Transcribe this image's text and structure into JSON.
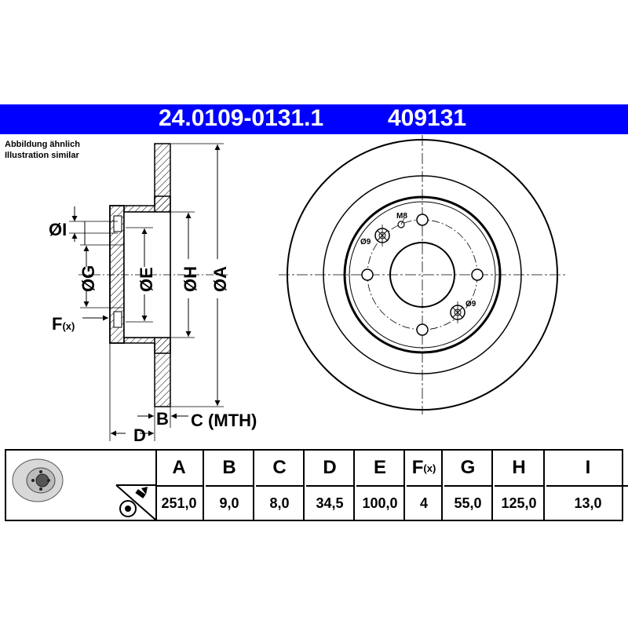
{
  "header": {
    "part_number": "24.0109-0131.1",
    "alt_number": "409131"
  },
  "note": {
    "line1": "Abbildung ähnlich",
    "line2": "Illustration similar"
  },
  "side_view": {
    "labels": {
      "I": "ØI",
      "G": "ØG",
      "E": "ØE",
      "H": "ØH",
      "A": "ØA",
      "F": "F",
      "F_sub": "(x)",
      "B": "B",
      "C": "C (MTH)",
      "D": "D"
    }
  },
  "front_view": {
    "labels": {
      "M8": "M8",
      "d9_top": "Ø9",
      "d9_bottom": "Ø9"
    }
  },
  "colors": {
    "header_bg": "#0000ff",
    "header_text": "#ffffff"
  },
  "table": {
    "columns": [
      {
        "key": "A",
        "header": "A",
        "value": "251,0"
      },
      {
        "key": "B",
        "header": "B",
        "value": "9,0"
      },
      {
        "key": "C",
        "header": "C",
        "value": "8,0"
      },
      {
        "key": "D",
        "header": "D",
        "value": "34,5"
      },
      {
        "key": "E",
        "header": "E",
        "value": "100,0"
      },
      {
        "key": "F",
        "header": "F",
        "header_sub": "(x)",
        "value": "4"
      },
      {
        "key": "G",
        "header": "G",
        "value": "55,0"
      },
      {
        "key": "H",
        "header": "H",
        "value": "125,0"
      },
      {
        "key": "I",
        "header": "I",
        "value": "13,0"
      }
    ],
    "icons": [
      "brake-disc-thumbnail-icon",
      "torque-wrench-icon"
    ]
  }
}
